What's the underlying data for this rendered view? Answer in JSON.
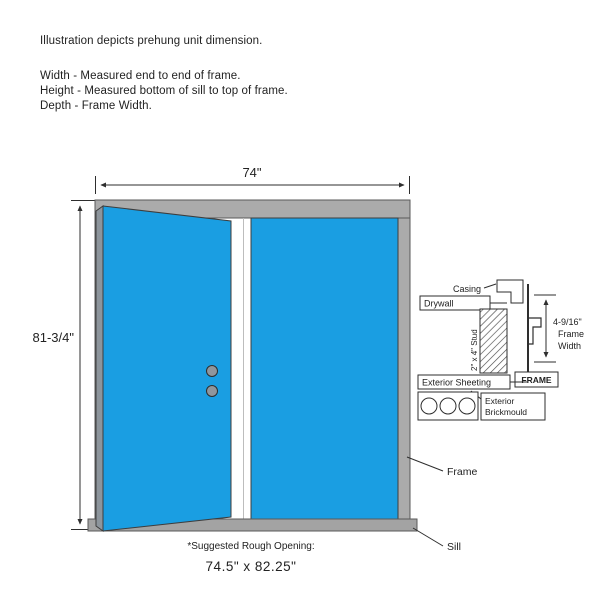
{
  "header": {
    "line1": "Illustration depicts prehung unit dimension.",
    "line2": "Width - Measured end to end of frame.",
    "line3": "Height - Measured bottom of sill to top of frame.",
    "line4": "Depth - Frame Width."
  },
  "dimensions": {
    "width": "74\"",
    "height": "81-3/4\""
  },
  "cross_section": {
    "casing": "Casing",
    "drywall": "Drywall",
    "stud": "2\" x 4\" Stud",
    "exterior_sheeting": "Exterior Sheeting",
    "frame": "FRAME",
    "brickmould_line1": "Exterior",
    "brickmould_line2": "Brickmould",
    "frame_width": {
      "value": "4-9/16\"",
      "label_line1": "Frame",
      "label_line2": "Width"
    }
  },
  "callouts": {
    "frame": "Frame",
    "sill": "Sill"
  },
  "footer": {
    "note": "*Suggested Rough Opening:",
    "size": "74.5\" x 82.25\""
  },
  "colors": {
    "door_blue": "#1a9ee2",
    "frame_gray": "#ababab",
    "outline": "#2e2e2e"
  }
}
